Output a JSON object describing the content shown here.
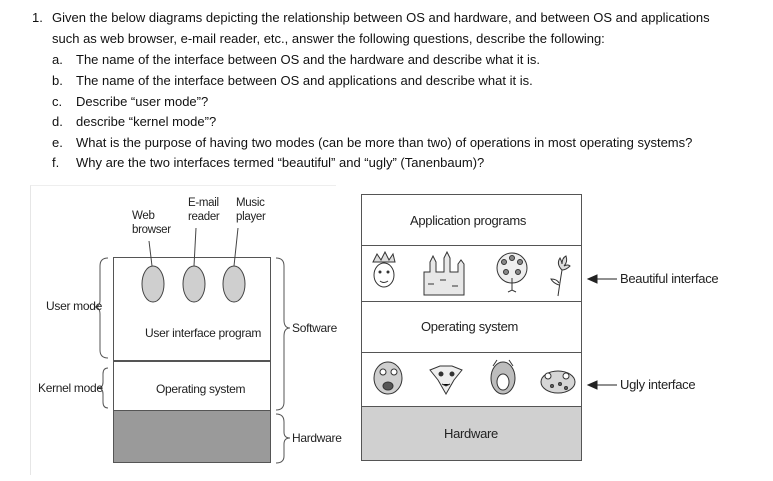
{
  "question": {
    "number": "1.",
    "intro_line1": "Given the below diagrams depicting the relationship between OS and hardware, and between OS and applications",
    "intro_line2": "such as web browser, e-mail reader, etc., answer the following questions, describe the following:",
    "items": [
      {
        "letter": "a.",
        "text": "The name of the interface between OS and the hardware and describe what it is."
      },
      {
        "letter": "b.",
        "text": "The name of the interface between OS and applications and describe what it is."
      },
      {
        "letter": "c.",
        "text": "Describe “user mode”?"
      },
      {
        "letter": "d.",
        "text": "describe “kernel mode”?"
      },
      {
        "letter": "e.",
        "text": "What is the purpose of having two modes (can be more than two) of operations in most operating systems?"
      },
      {
        "letter": "f.",
        "text": "Why are the two interfaces termed “beautiful” and “ugly” (Tanenbaum)?"
      }
    ]
  },
  "left_diagram": {
    "apps": {
      "web_browser": [
        "Web",
        "browser"
      ],
      "email_reader": [
        "E-mail",
        "reader"
      ],
      "music_player": [
        "Music",
        "player"
      ]
    },
    "user_interface_program": "User interface program",
    "operating_system": "Operating system",
    "user_mode": "User mode",
    "kernel_mode": "Kernel mode",
    "software": "Software",
    "hardware": "Hardware",
    "colors": {
      "hardware_fill": "#9a9a9a",
      "app_circle": "#cfcfcf"
    }
  },
  "right_diagram": {
    "application_programs": "Application programs",
    "operating_system": "Operating system",
    "hardware": "Hardware",
    "beautiful_interface": "Beautiful interface",
    "ugly_interface": "Ugly interface",
    "colors": {
      "hardware_fill": "#d0d0d0"
    }
  }
}
